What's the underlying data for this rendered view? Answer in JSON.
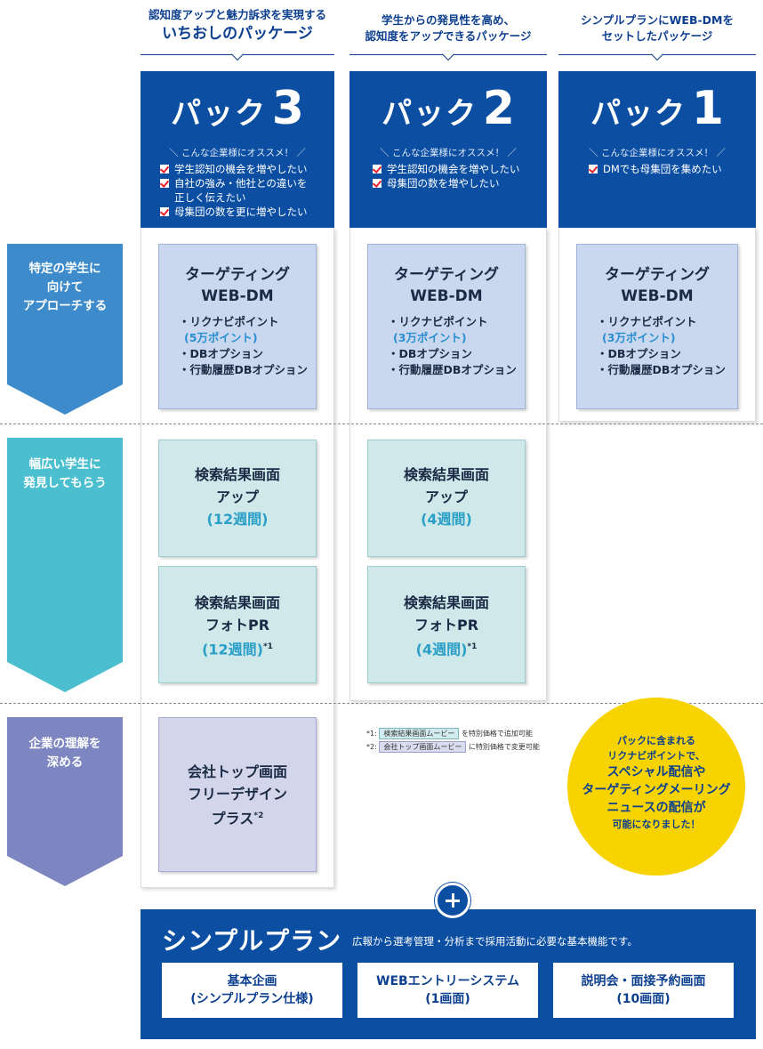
{
  "intros": [
    {
      "line1": "認知度アップと魅力訴求を実現する",
      "line2": "いちおしのパッケージ"
    },
    {
      "line1": "学生からの発見性を高め、",
      "line2": "認知度をアップできるパッケージ"
    },
    {
      "line1": "シンプルプランにWEB-DMを",
      "line2": "セットしたパッケージ"
    }
  ],
  "packs": [
    {
      "label": "パック",
      "num": "3",
      "rec": "＼ こんな企業様にオススメ！ ／",
      "checks": [
        "学生認知の機会を増やしたい",
        "自社の強み・他社との違いを\n正しく伝えたい",
        "母集団の数を更に増やしたい"
      ]
    },
    {
      "label": "パック",
      "num": "2",
      "rec": "＼ こんな企業様にオススメ！ ／",
      "checks": [
        "学生認知の機会を増やしたい",
        "母集団の数を増やしたい"
      ]
    },
    {
      "label": "パック",
      "num": "1",
      "rec": "＼ こんな企業様にオススメ！ ／",
      "checks": [
        "DMでも母集団を集めたい"
      ]
    }
  ],
  "rows": [
    {
      "label_lines": [
        "特定の学生に",
        "向けて",
        "アプローチする"
      ],
      "color": "#3e8bcb"
    },
    {
      "label_lines": [
        "幅広い学生に",
        "発見してもらう"
      ],
      "color": "#4bbfcf"
    },
    {
      "label_lines": [
        "企業の理解を",
        "深める"
      ],
      "color": "#7d86c1"
    }
  ],
  "webdm": [
    {
      "title1": "ターゲティング",
      "title2": "WEB-DM",
      "item1": "・リクナビポイント",
      "points": "(5万ポイント)",
      "item2": "・DBオプション",
      "item3": "・行動履歴DBオプション"
    },
    {
      "title1": "ターゲティング",
      "title2": "WEB-DM",
      "item1": "・リクナビポイント",
      "points": "(3万ポイント)",
      "item2": "・DBオプション",
      "item3": "・行動履歴DBオプション"
    },
    {
      "title1": "ターゲティング",
      "title2": "WEB-DM",
      "item1": "・リクナビポイント",
      "points": "(3万ポイント)",
      "item2": "・DBオプション",
      "item3": "・行動履歴DBオプション"
    }
  ],
  "search_up": [
    {
      "l1": "検索結果画面",
      "l2": "アップ",
      "weeks": "(12週間)"
    },
    {
      "l1": "検索結果画面",
      "l2": "アップ",
      "weeks": "(4週間)"
    }
  ],
  "photo_pr": [
    {
      "l1": "検索結果画面",
      "l2": "フォトPR",
      "weeks": "(12週間)",
      "note": "*1"
    },
    {
      "l1": "検索結果画面",
      "l2": "フォトPR",
      "weeks": "(4週間)",
      "note": "*1"
    }
  ],
  "company_top": {
    "l1": "会社トップ画面",
    "l2": "フリーデザイン",
    "l3": "プラス",
    "note": "*2"
  },
  "notes": [
    {
      "mark": "*1:",
      "tag": "検索結果画面ムービー",
      "text": "を特別価格で追加可能"
    },
    {
      "mark": "*2:",
      "tag": "会社トップ画面ムービー",
      "text": "に特別価格で変更可能"
    }
  ],
  "bubble": {
    "l1": "パックに含まれる",
    "l2": "リクナビポイントで、",
    "l3": "スペシャル配信や",
    "l4": "ターゲティングメーリング",
    "l5": "ニュースの配信が",
    "l6": "可能になりました！"
  },
  "simple": {
    "title": "シンプルプラン",
    "desc": "広報から選考管理・分析まで採用活動に必要な基本機能です。",
    "boxes": [
      {
        "l1": "基本企画",
        "l2": "(シンプルプラン仕様)"
      },
      {
        "l1": "WEBエントリーシステム",
        "l2": "(1画面)"
      },
      {
        "l1": "説明会・面接予約画面",
        "l2": "(10画面)"
      }
    ]
  },
  "colors": {
    "navy": "#0b4ea2",
    "point_blue": "#2a8fd0",
    "check_red": "#e8202a",
    "bubble_yellow": "#f7d300"
  }
}
